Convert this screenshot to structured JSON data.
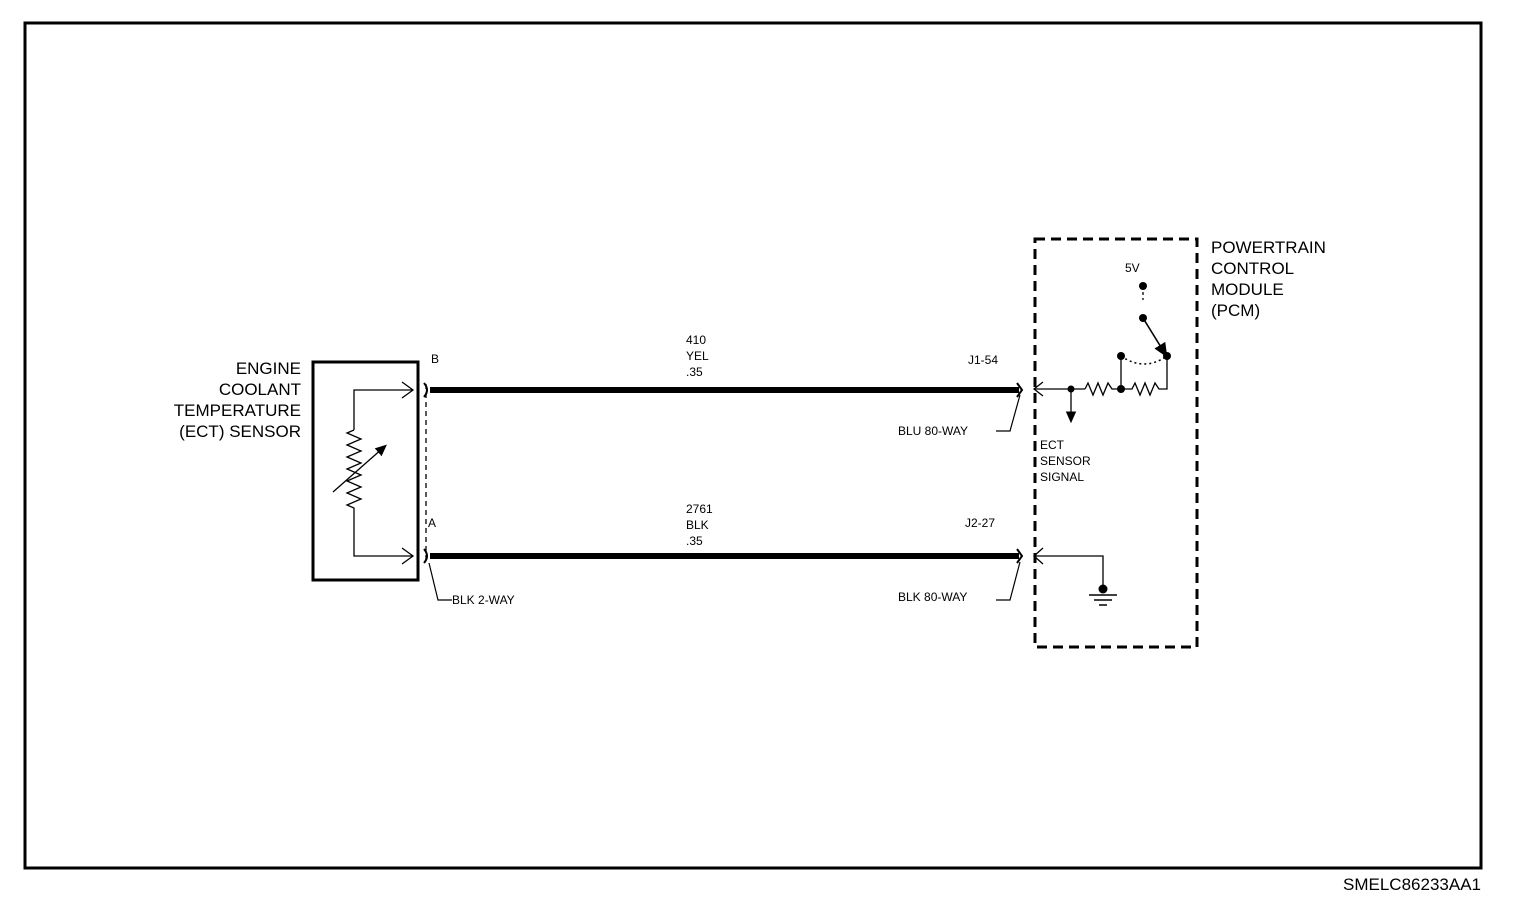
{
  "sensor": {
    "name_lines": [
      "ENGINE",
      "COOLANT",
      "TEMPERATURE",
      "(ECT) SENSOR"
    ],
    "pin_b": "B",
    "pin_a": "A"
  },
  "pcm": {
    "name_lines": [
      "POWERTRAIN",
      "CONTROL",
      "MODULE",
      "(PCM)"
    ],
    "supply_label": "5V",
    "signal_label_lines": [
      "ECT",
      "SENSOR",
      "SIGNAL"
    ]
  },
  "wires": [
    {
      "circuit": "410",
      "color": "YEL",
      "gauge": ".35",
      "pcm_pin": "J1-54",
      "pcm_connector": "BLU 80-WAY"
    },
    {
      "circuit": "2761",
      "color": "BLK",
      "gauge": ".35",
      "pcm_pin": "J2-27",
      "pcm_connector": "BLK 80-WAY"
    }
  ],
  "sensor_connector": "BLK 2-WAY",
  "figure_id": "SMELC86233AA1"
}
